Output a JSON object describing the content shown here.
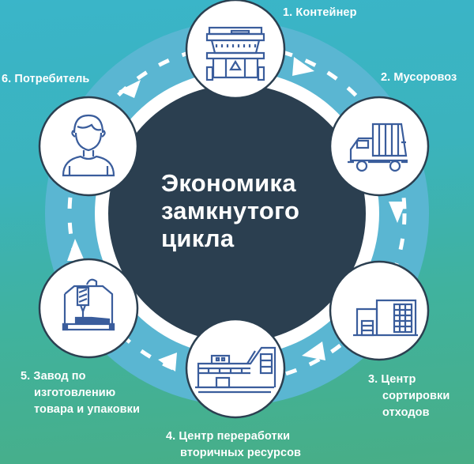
{
  "title": {
    "lines": [
      "Экономика",
      "замкнутого",
      "цикла"
    ]
  },
  "colors": {
    "background_top": "#3ab5c9",
    "background_bottom": "#48ae86",
    "ring_blue": "#5ab6d2",
    "ring_white": "#ffffff",
    "center_dark": "#2b3f50",
    "node_fill": "#ffffff",
    "node_border": "#2b3f50",
    "icon_stroke": "#3a5d9c",
    "text": "#ffffff"
  },
  "steps": [
    {
      "number": "1.",
      "label": "Контейнер",
      "lines": [
        "1. Контейнер"
      ],
      "icon": "waste-container-icon"
    },
    {
      "number": "2.",
      "label": "Мусоровоз",
      "lines": [
        "2. Мусоровоз"
      ],
      "icon": "garbage-truck-icon"
    },
    {
      "number": "3.",
      "label": "Центр сортировки отходов",
      "lines": [
        "3. Центр",
        "сортировки",
        "отходов"
      ],
      "icon": "sorting-center-building-icon"
    },
    {
      "number": "4.",
      "label": "Центр переработки вторичных ресурсов",
      "lines": [
        "4. Центр переработки",
        "вторичных ресурсов"
      ],
      "icon": "recycling-plant-icon"
    },
    {
      "number": "5.",
      "label": "Завод по изготовлению товара и упаковки",
      "lines": [
        "5. Завод по",
        "изготовлению",
        "товара и упаковки"
      ],
      "icon": "manufacturing-machine-icon"
    },
    {
      "number": "6.",
      "label": "Потребитель",
      "lines": [
        "6. Потребитель"
      ],
      "icon": "consumer-person-icon"
    }
  ],
  "flow_direction": "clockwise"
}
